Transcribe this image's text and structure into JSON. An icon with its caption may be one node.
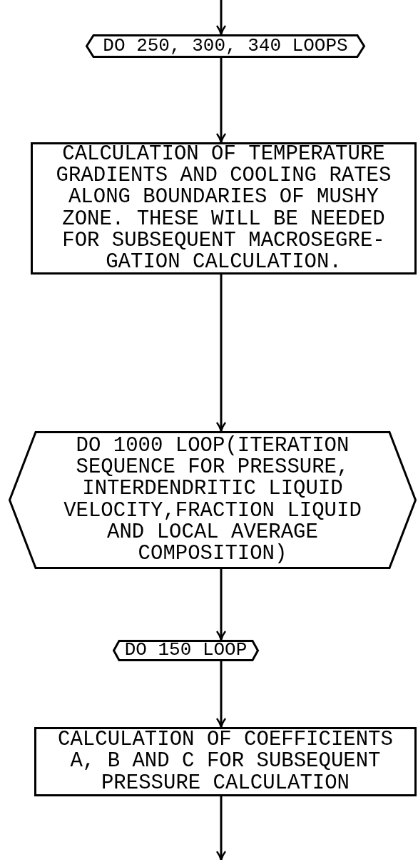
{
  "diagram": {
    "nodes": [
      {
        "text": [
          "DO 250, 300, 340 LOOPS"
        ]
      },
      {
        "text": [
          "CALCULATION OF TEMPERATURE GRADIENTS AND COOLING RATES ALONG BOUNDARIES OF MUSHY ZONE. THESE WILL BE NEEDED FOR SUBSEQUENT MACROSEGRE- GATION CALCULATION."
        ]
      },
      {
        "text": [
          "DO 1000 LOOP(ITERATION SEQUENCE FOR PRESSURE, INTERDENDRITIC LIQUID VELOCITY,FRACTION LIQUID AND LOCAL AVERAGE COMPOSITION)"
        ]
      },
      {
        "text": [
          "DO 150 LOOP"
        ]
      },
      {
        "text": [
          "CALCULATION OF COEFFICIENTS A, B AND C FOR SUBSEQUENT PRESSURE CALCULATION"
        ]
      }
    ],
    "edges": [
      {
        "from": null,
        "to": 0,
        "arrow": "to"
      },
      {
        "from": 0,
        "to": 1,
        "arrow": "to"
      },
      {
        "from": 1,
        "to": 2,
        "arrow": "to"
      },
      {
        "from": 2,
        "to": 3,
        "arrow": "to"
      },
      {
        "from": 3,
        "to": 4,
        "arrow": "to"
      },
      {
        "from": 4,
        "to": null,
        "arrow": "to"
      }
    ]
  }
}
